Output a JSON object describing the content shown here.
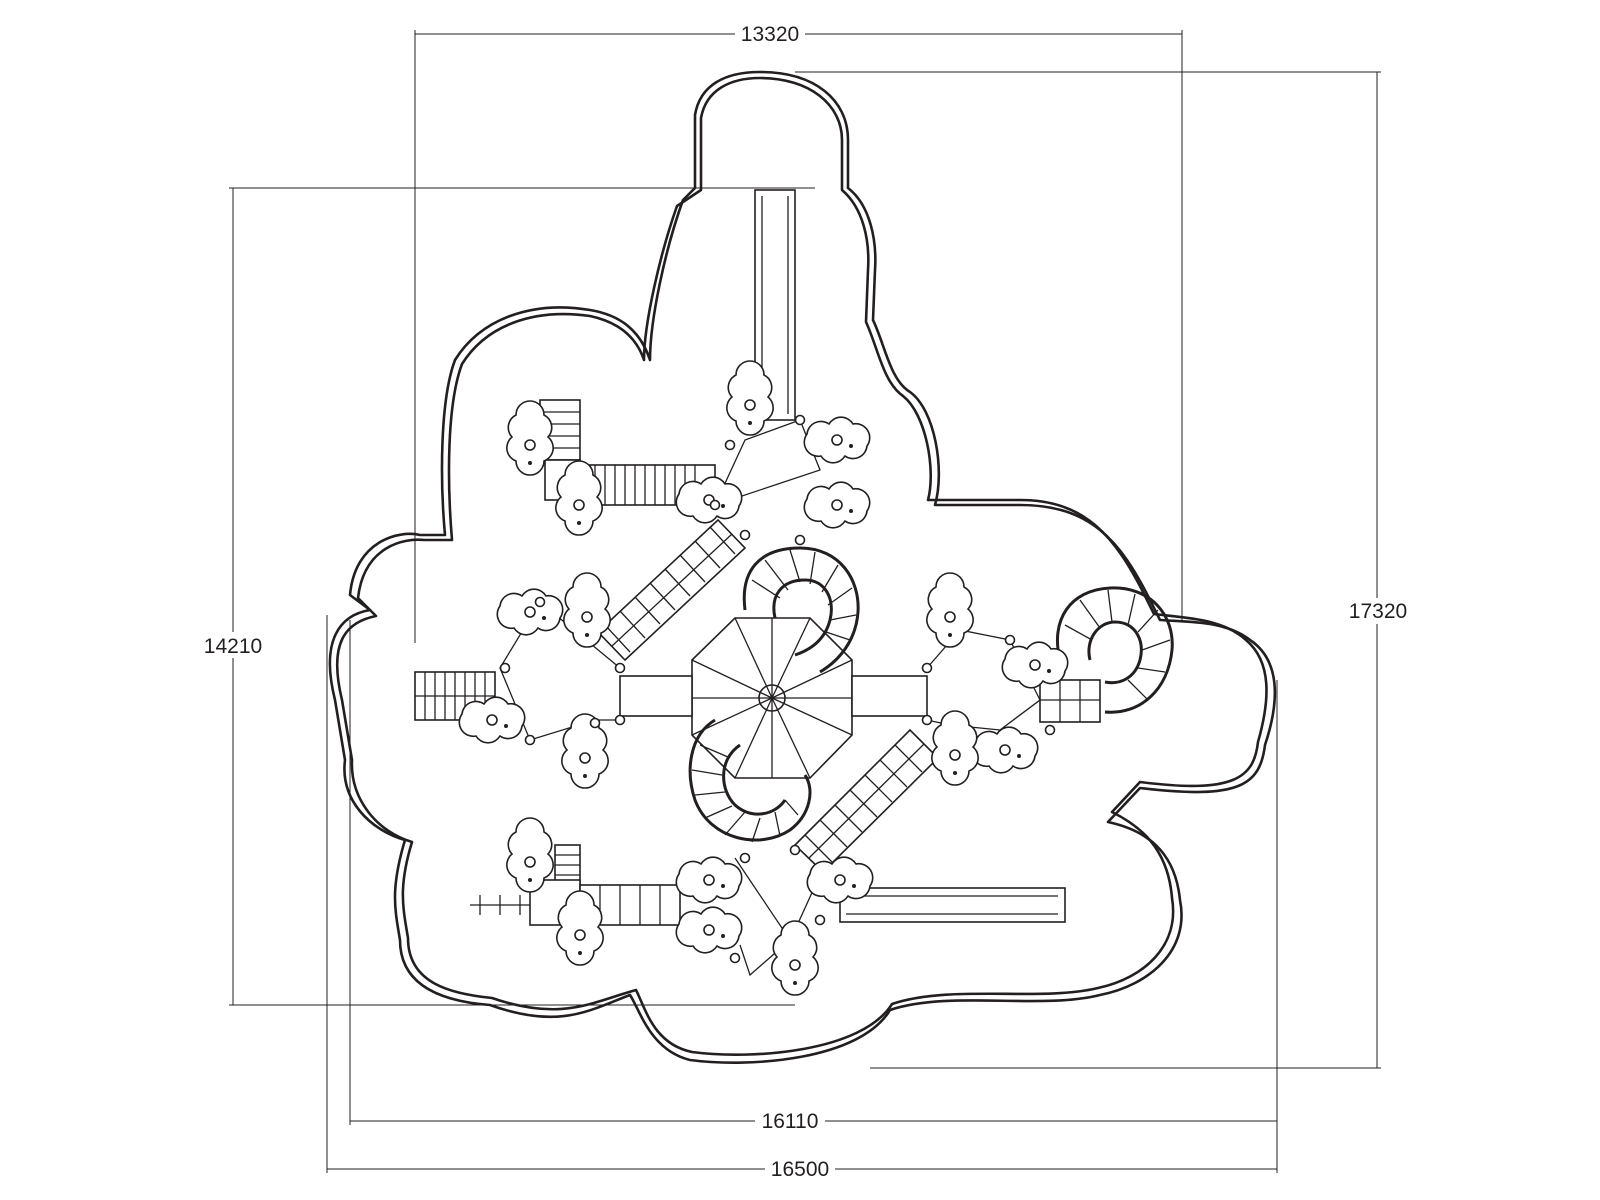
{
  "dimensions": {
    "top_width": "13320",
    "left_height": "14210",
    "right_height": "17320",
    "bottom_width_inner": "16110",
    "bottom_width_outer": "16500"
  },
  "colors": {
    "line": "#231f20",
    "background": "#ffffff"
  }
}
